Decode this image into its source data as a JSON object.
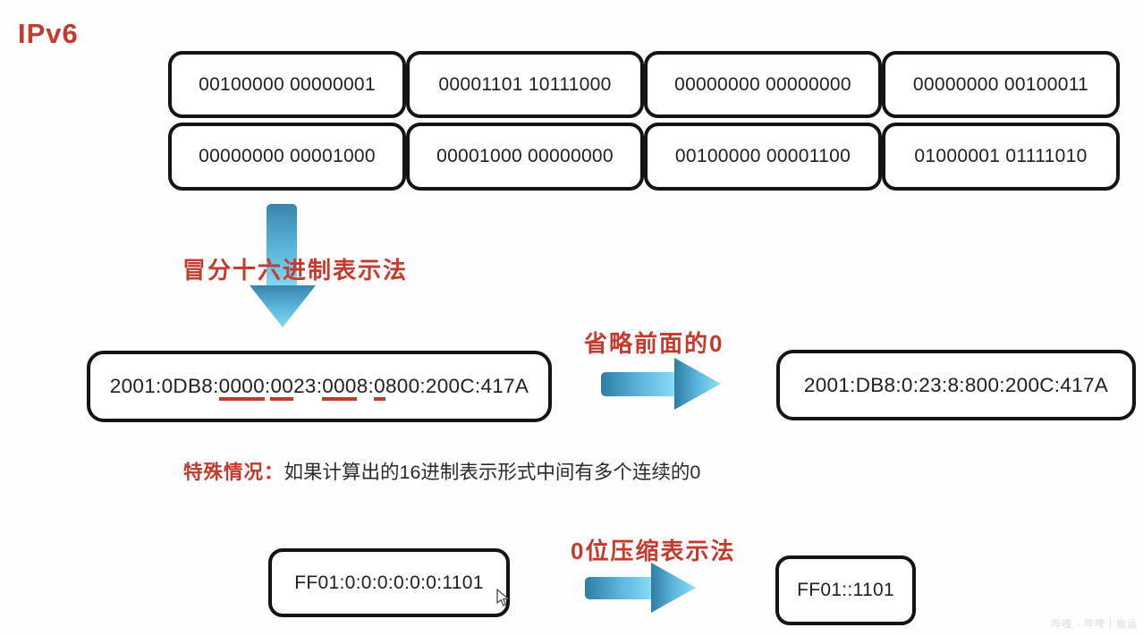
{
  "page": {
    "title": "IPv6"
  },
  "binary_rows": {
    "row1": [
      "00100000 00000001",
      "00001101 10111000",
      "00000000 00000000",
      "00000000 00100011"
    ],
    "row2": [
      "00000000 00001000",
      "00001000 00000000",
      "00100000 00001100",
      "01000001 01111010"
    ]
  },
  "labels": {
    "colon_hex": "冒分十六进制表示法",
    "omit_zeros": "省略前面的0",
    "special_case_prefix": "特殊情况：",
    "special_case_text": "如果计算出的16进制表示形式中间有多个连续的0",
    "zero_compression": "0位压缩表示法"
  },
  "addresses": {
    "full": "2001:0DB8:0000:0023:0008:0800:200C:417A",
    "full_segments": [
      {
        "text": "2001:0DB8:",
        "underline": false
      },
      {
        "text": "0000",
        "underline": true
      },
      {
        "text": ":",
        "underline": false
      },
      {
        "text": "00",
        "underline": true
      },
      {
        "text": "23:",
        "underline": false
      },
      {
        "text": "000",
        "underline": true
      },
      {
        "text": "8:",
        "underline": false
      },
      {
        "text": "0",
        "underline": true
      },
      {
        "text": "800:200C:417A",
        "underline": false
      }
    ],
    "abbreviated": "2001:DB8:0:23:8:800:200C:417A",
    "zeros_expanded": "FF01:0:0:0:0:0:0:1101",
    "zeros_compressed": "FF01::1101"
  },
  "colors": {
    "accent_red": "#c23b2c",
    "underline_red": "#c0392b",
    "arrow_dark_blue": "#35809f",
    "arrow_mid_blue": "#55aed6",
    "arrow_light_blue": "#8adef6",
    "box_border_black": "#141414",
    "text_dark": "#1f1f1f",
    "watermark_gray": "#d8d8d8"
  },
  "watermark": {
    "text": "哔哩 - 哔哩丨搬运"
  }
}
